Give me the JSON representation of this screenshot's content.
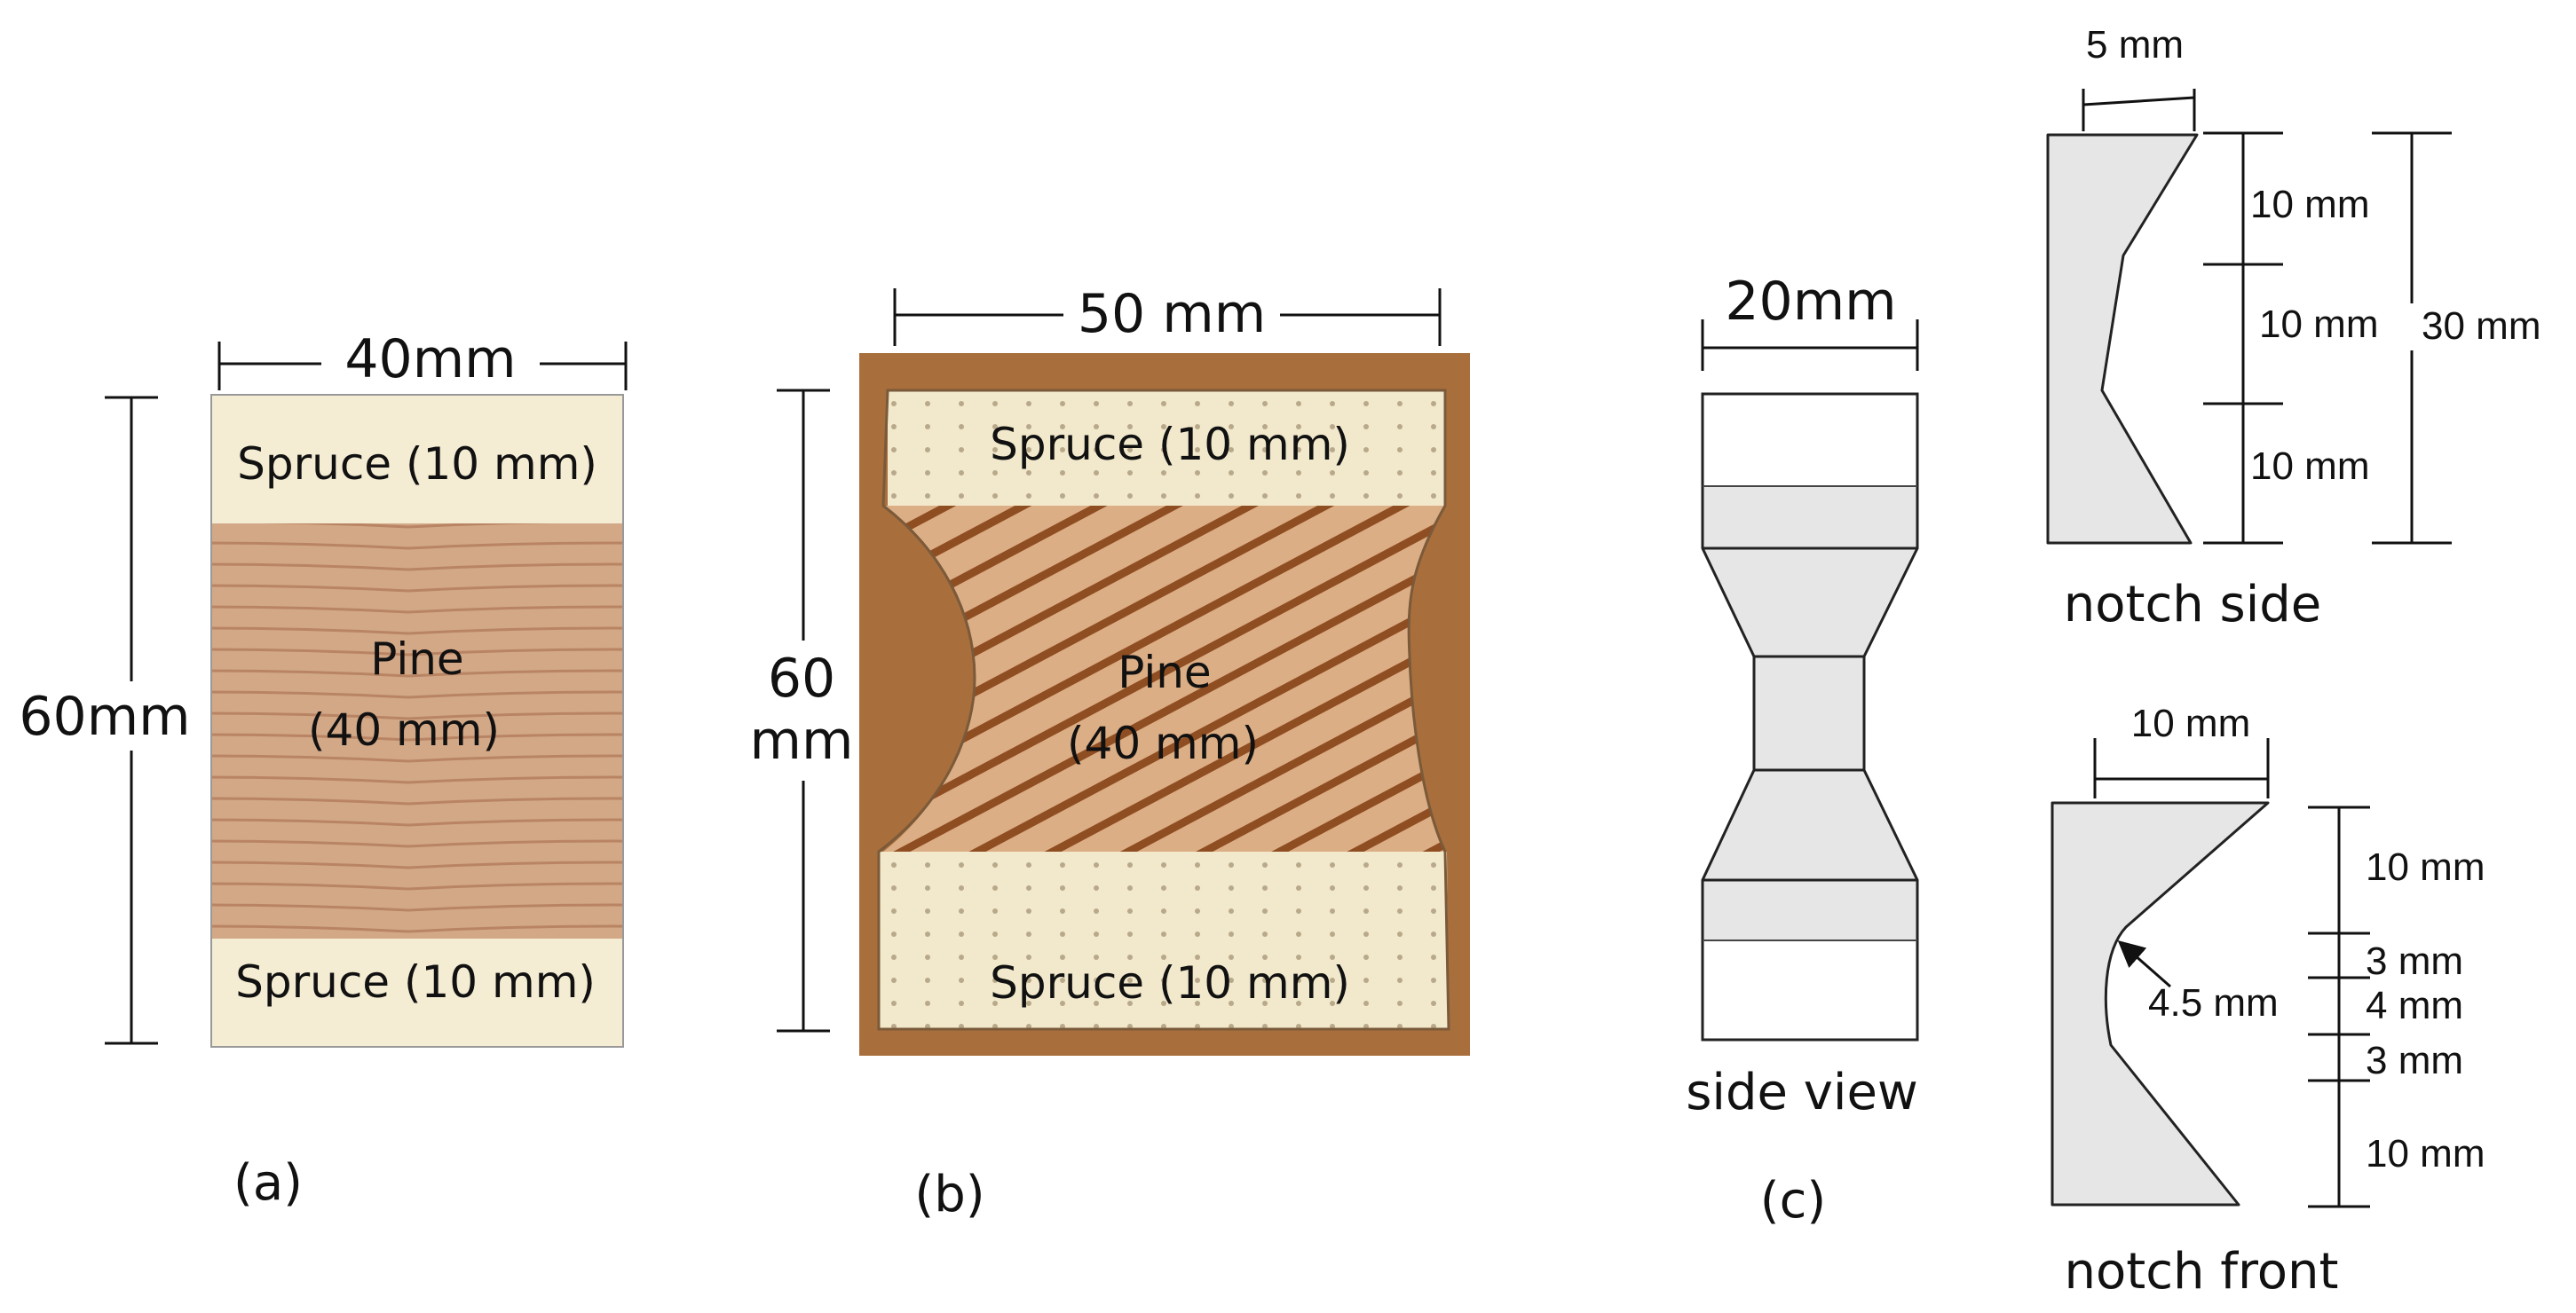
{
  "panel_a": {
    "width_label": "40mm",
    "height_label": "60mm",
    "top_layer": "Spruce (10 mm)",
    "core_line1": "Pine",
    "core_line2": "(40 mm)",
    "bottom_layer": "Spruce (10 mm)",
    "caption": "(a)"
  },
  "panel_b": {
    "width_label": "50 mm",
    "height_line1": "60",
    "height_line2": "mm",
    "top_layer": "Spruce (10 mm)",
    "core_line1": "Pine",
    "core_line2": "(40 mm)",
    "bottom_layer": "Spruce (10 mm)",
    "caption": "(b)"
  },
  "panel_c": {
    "width_label": "20mm",
    "side_view_label": "side view",
    "caption": "(c)",
    "notch_side": {
      "top_width": "5 mm",
      "seg1": "10 mm",
      "seg2": "10 mm",
      "seg3": "10 mm",
      "total": "30 mm",
      "label": "notch side"
    },
    "notch_front": {
      "top_width": "10 mm",
      "seg1": "10 mm",
      "seg2": "3 mm",
      "seg3": "4 mm",
      "seg4": "3 mm",
      "seg5": "10 mm",
      "radius": "4.5 mm",
      "label": "notch front"
    }
  },
  "colors": {
    "spruce": "#f4ecd3",
    "pine": "#cfa584",
    "pine_grain": "#a4653f",
    "wood_bg": "#a86e3c",
    "gray_fill": "#e6e6e6"
  }
}
